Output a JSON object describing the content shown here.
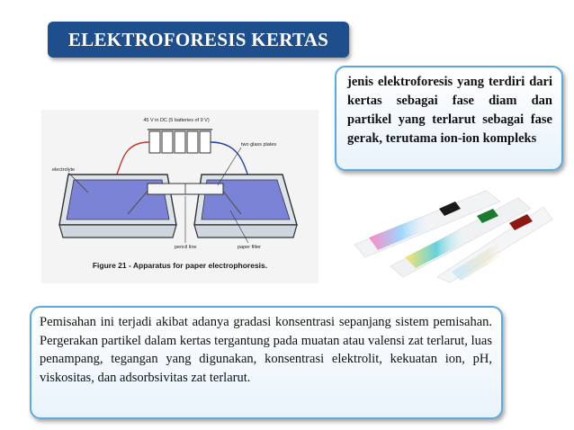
{
  "slide": {
    "title": "ELEKTROFORESIS KERTAS",
    "definition_text": "jenis elektroforesis yang terdiri dari kertas sebagai fase diam dan partikel yang terlarut sebagai fase gerak, terutama ion-ion kompleks",
    "explanation_text": "Pemisahan ini terjadi akibat adanya gradasi konsentrasi sepanjang sistem pemisahan. Pergerakan partikel dalam kertas tergantung pada muatan atau valensi zat terlarut, luas penampang, tegangan yang digunakan, konsentrasi elektrolit, kekuatan ion, pH, viskositas, dan adsorbsivitas zat terlarut."
  },
  "apparatus_figure": {
    "voltage_label": "45 V in DC (5 batteries of 9 V)",
    "label_glass_plates": "two glass plates",
    "label_electrolyte": "electrolyte",
    "label_pencil_line": "pencil line",
    "label_paper_filter": "paper filter",
    "caption": "Figure 21 - Apparatus for paper electrophoresis."
  },
  "strips_photo": {
    "strip_colors": [
      "#1a1a1a",
      "#1c7a2e",
      "#8b1a14"
    ]
  }
}
